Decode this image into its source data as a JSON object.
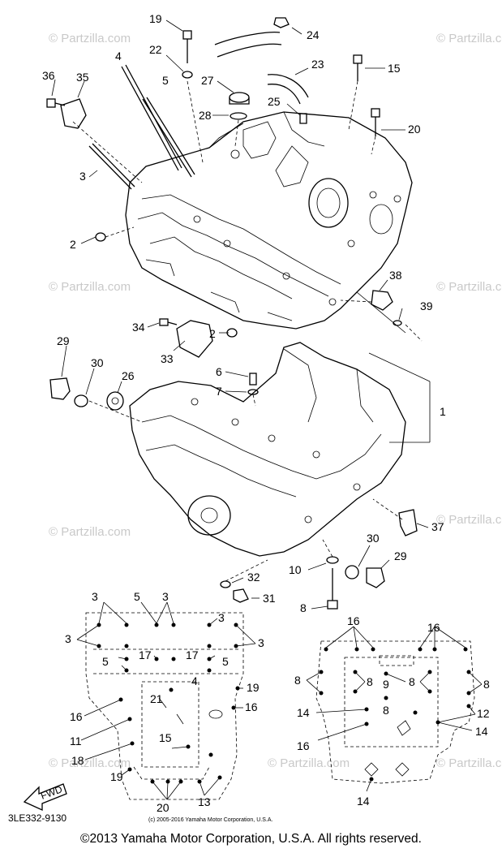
{
  "watermarks": [
    "© Partzilla.com",
    "© Partzilla.com",
    "© Partzilla.com",
    "© Partzilla.com",
    "© Partzilla.com",
    "© Partzilla.com",
    "© Partzilla.com",
    "© Partzilla.com",
    "© Partzilla.com"
  ],
  "callouts": {
    "c19": "19",
    "c24": "24",
    "c22": "22",
    "c23": "23",
    "c4": "4",
    "c15": "15",
    "c36": "36",
    "c35": "35",
    "c5": "5",
    "c27": "27",
    "c25": "25",
    "c28": "28",
    "c20": "20",
    "c3": "3",
    "c2a": "2",
    "c38": "38",
    "c39": "39",
    "c34": "34",
    "c2b": "2",
    "c33": "33",
    "c29": "29",
    "c30": "30",
    "c26": "26",
    "c6": "6",
    "c7": "7",
    "c1": "1",
    "c37": "37",
    "c30b": "30",
    "c29b": "29",
    "c10": "10",
    "c32": "32",
    "c31": "31",
    "c8": "8"
  },
  "bottom_left_labels": {
    "l3a": "3",
    "l5a": "5",
    "l3b": "3",
    "l3c": "3",
    "l3d": "3",
    "l3e": "3",
    "l17a": "17",
    "l17b": "17",
    "l5b": "5",
    "l5c": "5",
    "l4": "4",
    "l19a": "19",
    "l21": "21",
    "l16a": "16",
    "l16b": "16",
    "l11": "11",
    "l15": "15",
    "l18": "18",
    "l19b": "19",
    "l20": "20",
    "l13": "13"
  },
  "bottom_right_labels": {
    "r16a": "16",
    "r16b": "16",
    "r8a": "8",
    "r8b": "8",
    "r9": "9",
    "r8c": "8",
    "r8d": "8",
    "r8e": "8",
    "r14a": "14",
    "r12": "12",
    "r14b": "14",
    "r16c": "16",
    "r14c": "14"
  },
  "fwd_label": "FWD",
  "diagram_code": "3LE332-9130",
  "small_copyright": "(c) 2005-2016 Yamaha Motor Corporation, U.S.A.",
  "copyright": "©2013 Yamaha Motor Corporation, U.S.A. All rights reserved."
}
